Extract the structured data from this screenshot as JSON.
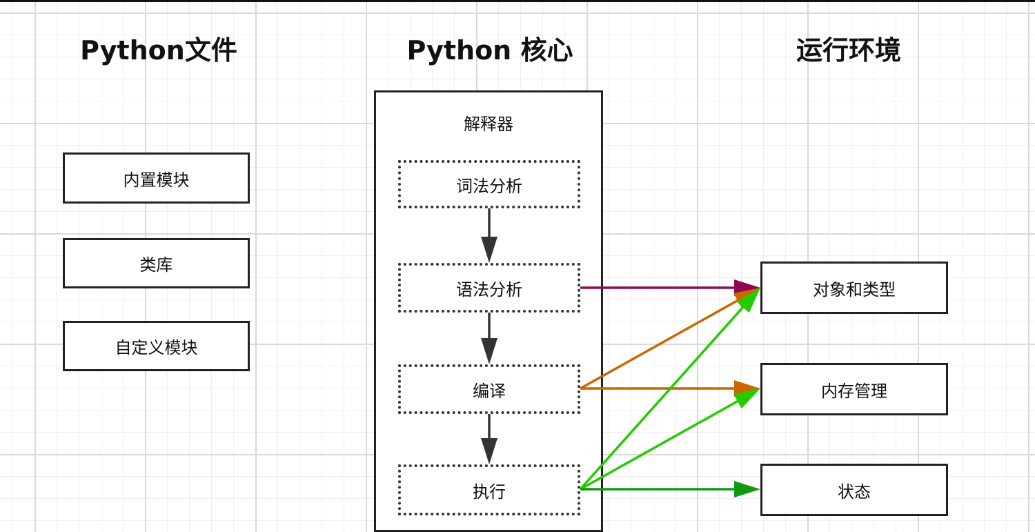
{
  "columns": {
    "files_title": "Python文件",
    "core_title": "Python 核心",
    "runtime_title": "运行环境"
  },
  "files": [
    "内置模块",
    "类库",
    "自定义模块"
  ],
  "core": {
    "container_label": "解释器",
    "stages": [
      "词法分析",
      "语法分析",
      "编译",
      "执行"
    ]
  },
  "runtime": [
    "对象和类型",
    "内存管理",
    "状态"
  ],
  "edges": [
    {
      "from": "词法分析",
      "to": "语法分析",
      "color": "#333333"
    },
    {
      "from": "语法分析",
      "to": "编译",
      "color": "#333333"
    },
    {
      "from": "编译",
      "to": "执行",
      "color": "#333333"
    },
    {
      "from": "语法分析",
      "to": "对象和类型",
      "color": "#8b0a50"
    },
    {
      "from": "编译",
      "to": "对象和类型",
      "color": "#cc6600"
    },
    {
      "from": "编译",
      "to": "内存管理",
      "color": "#cc6600"
    },
    {
      "from": "执行",
      "to": "对象和类型",
      "color": "#22cc00"
    },
    {
      "from": "执行",
      "to": "内存管理",
      "color": "#22cc00"
    },
    {
      "from": "执行",
      "to": "状态",
      "color": "#119911"
    }
  ]
}
